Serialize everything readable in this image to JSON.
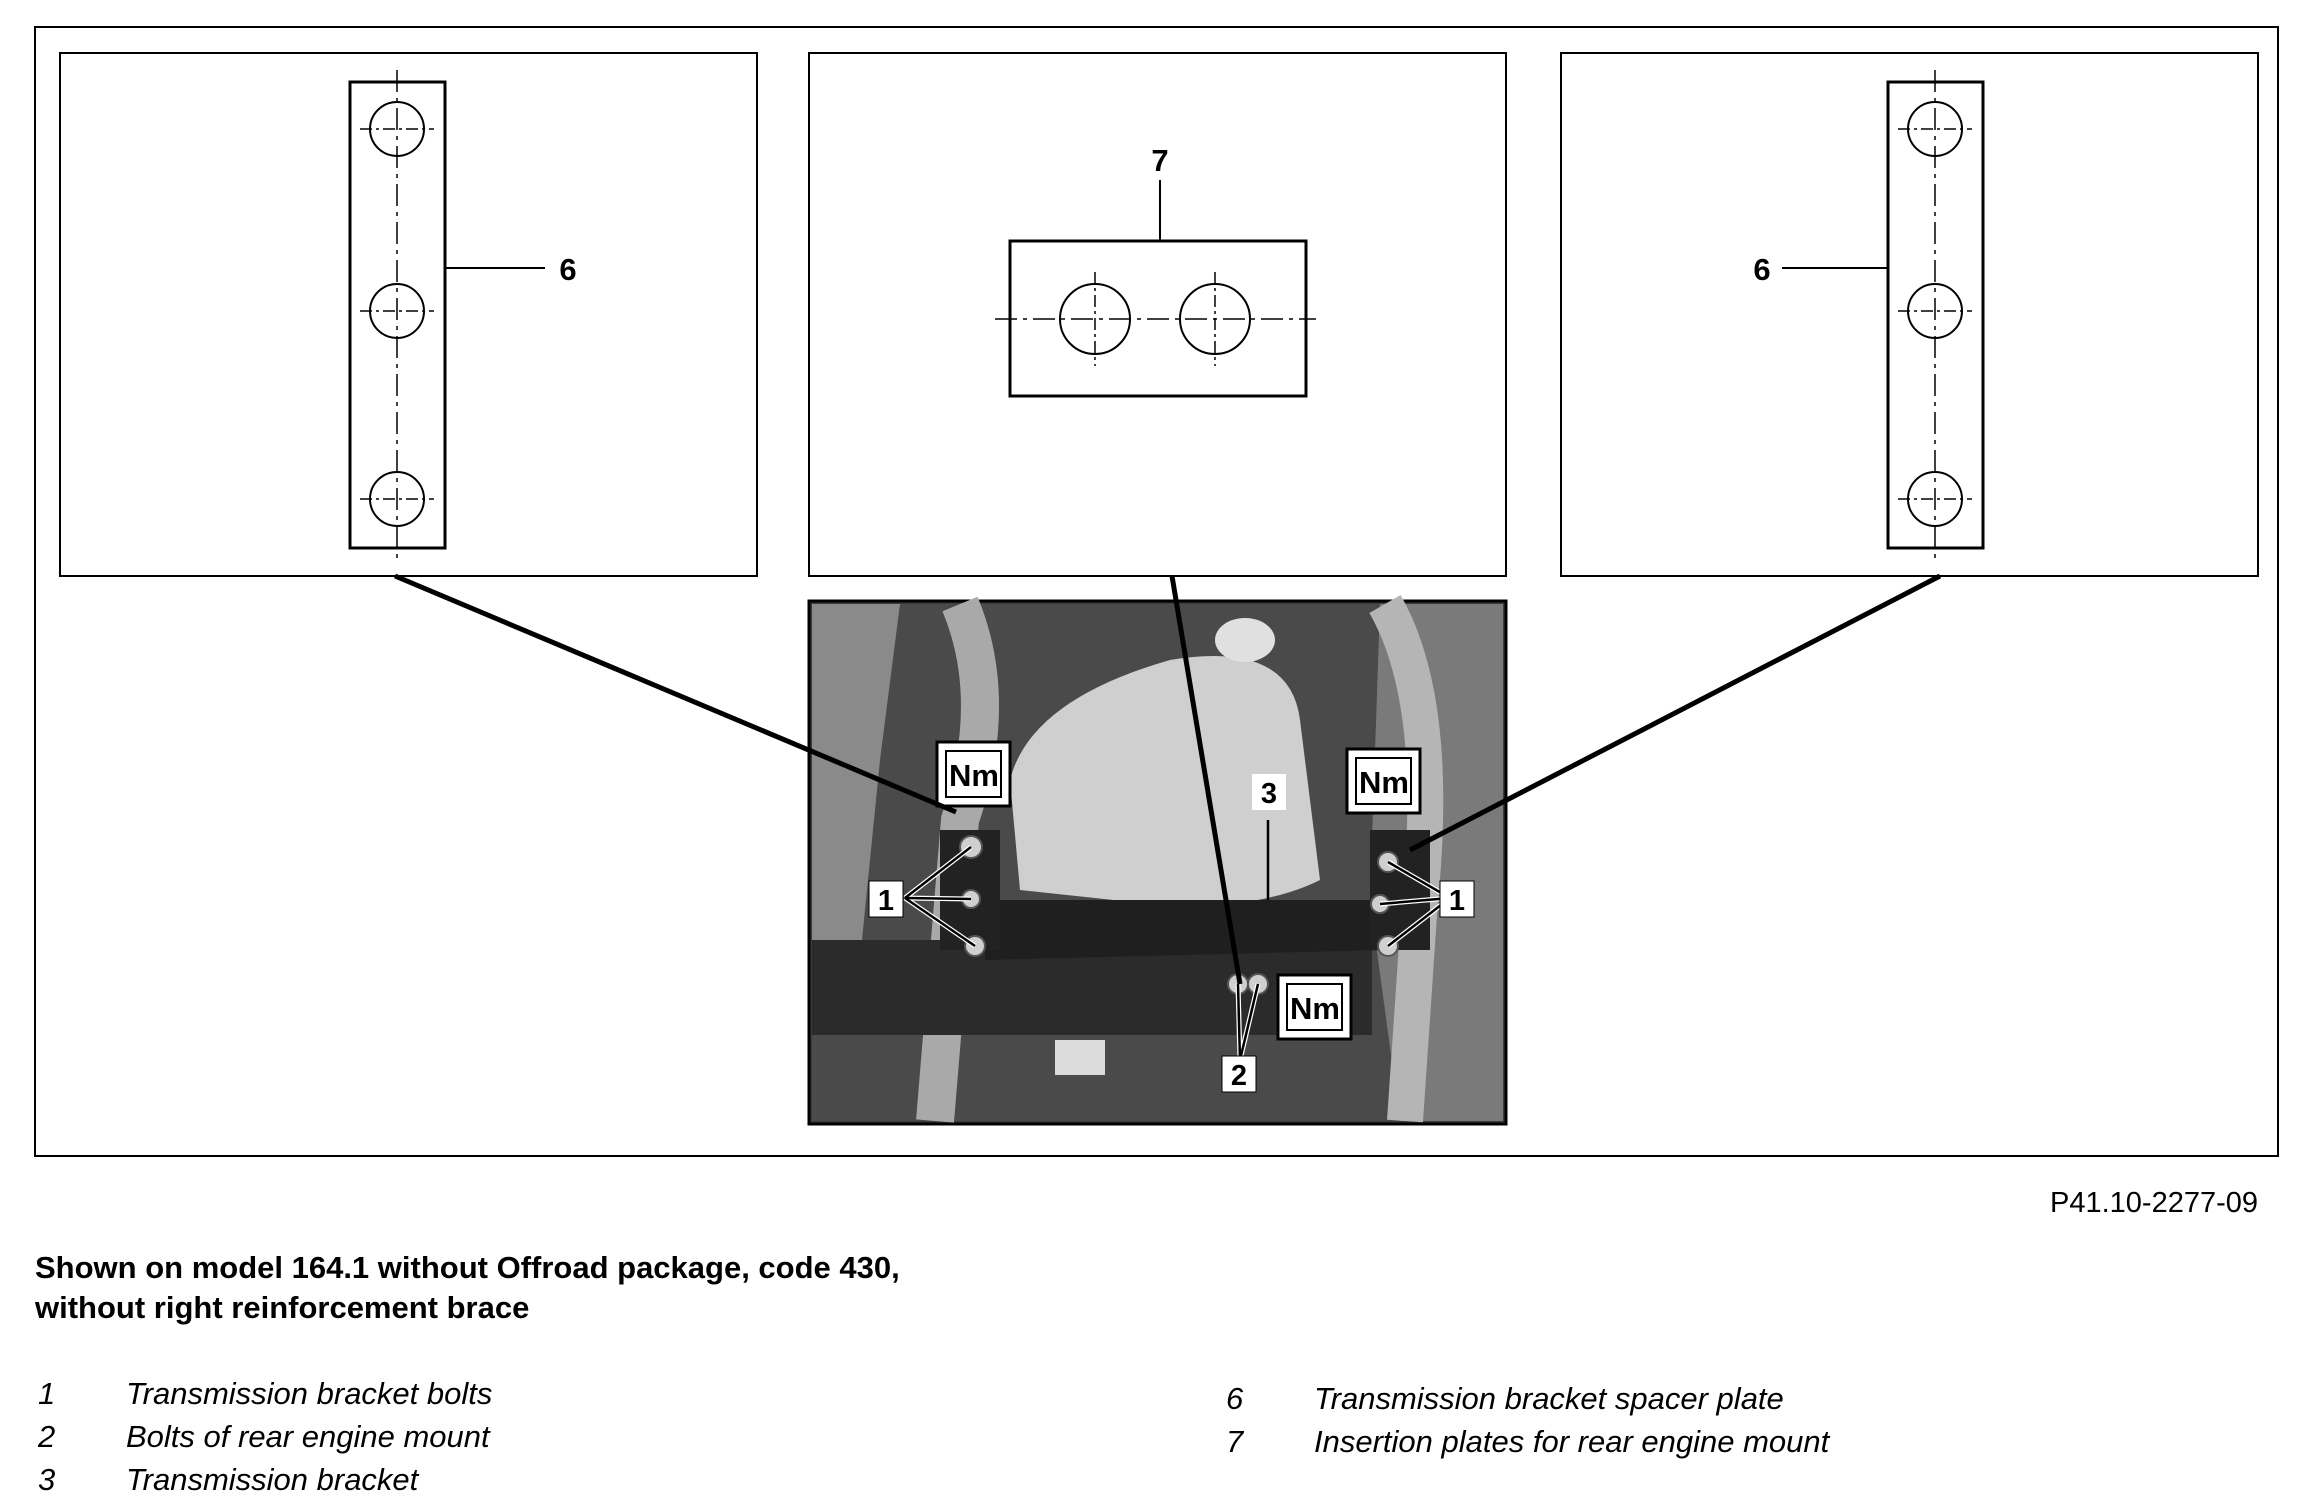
{
  "figure": {
    "code": "P41.10-2277-09",
    "callouts": {
      "left_inset": "6",
      "center_inset": "7",
      "right_inset": "6",
      "photo_nm_left": "Nm",
      "photo_nm_right": "Nm",
      "photo_nm_bottom": "Nm",
      "photo_1_left": "1",
      "photo_1_right": "1",
      "photo_2": "2",
      "photo_3": "3"
    }
  },
  "caption": {
    "line1": "Shown on model 164.1 without Offroad package, code 430,",
    "line2": "without right reinforcement brace"
  },
  "legend": {
    "left": [
      {
        "num": "1",
        "text": "Transmission bracket bolts"
      },
      {
        "num": "2",
        "text": "Bolts of rear engine mount"
      },
      {
        "num": "3",
        "text": "Transmission bracket"
      }
    ],
    "right": [
      {
        "num": "6",
        "text": "Transmission bracket spacer plate"
      },
      {
        "num": "7",
        "text": "Insertion plates for rear engine mount"
      }
    ]
  }
}
